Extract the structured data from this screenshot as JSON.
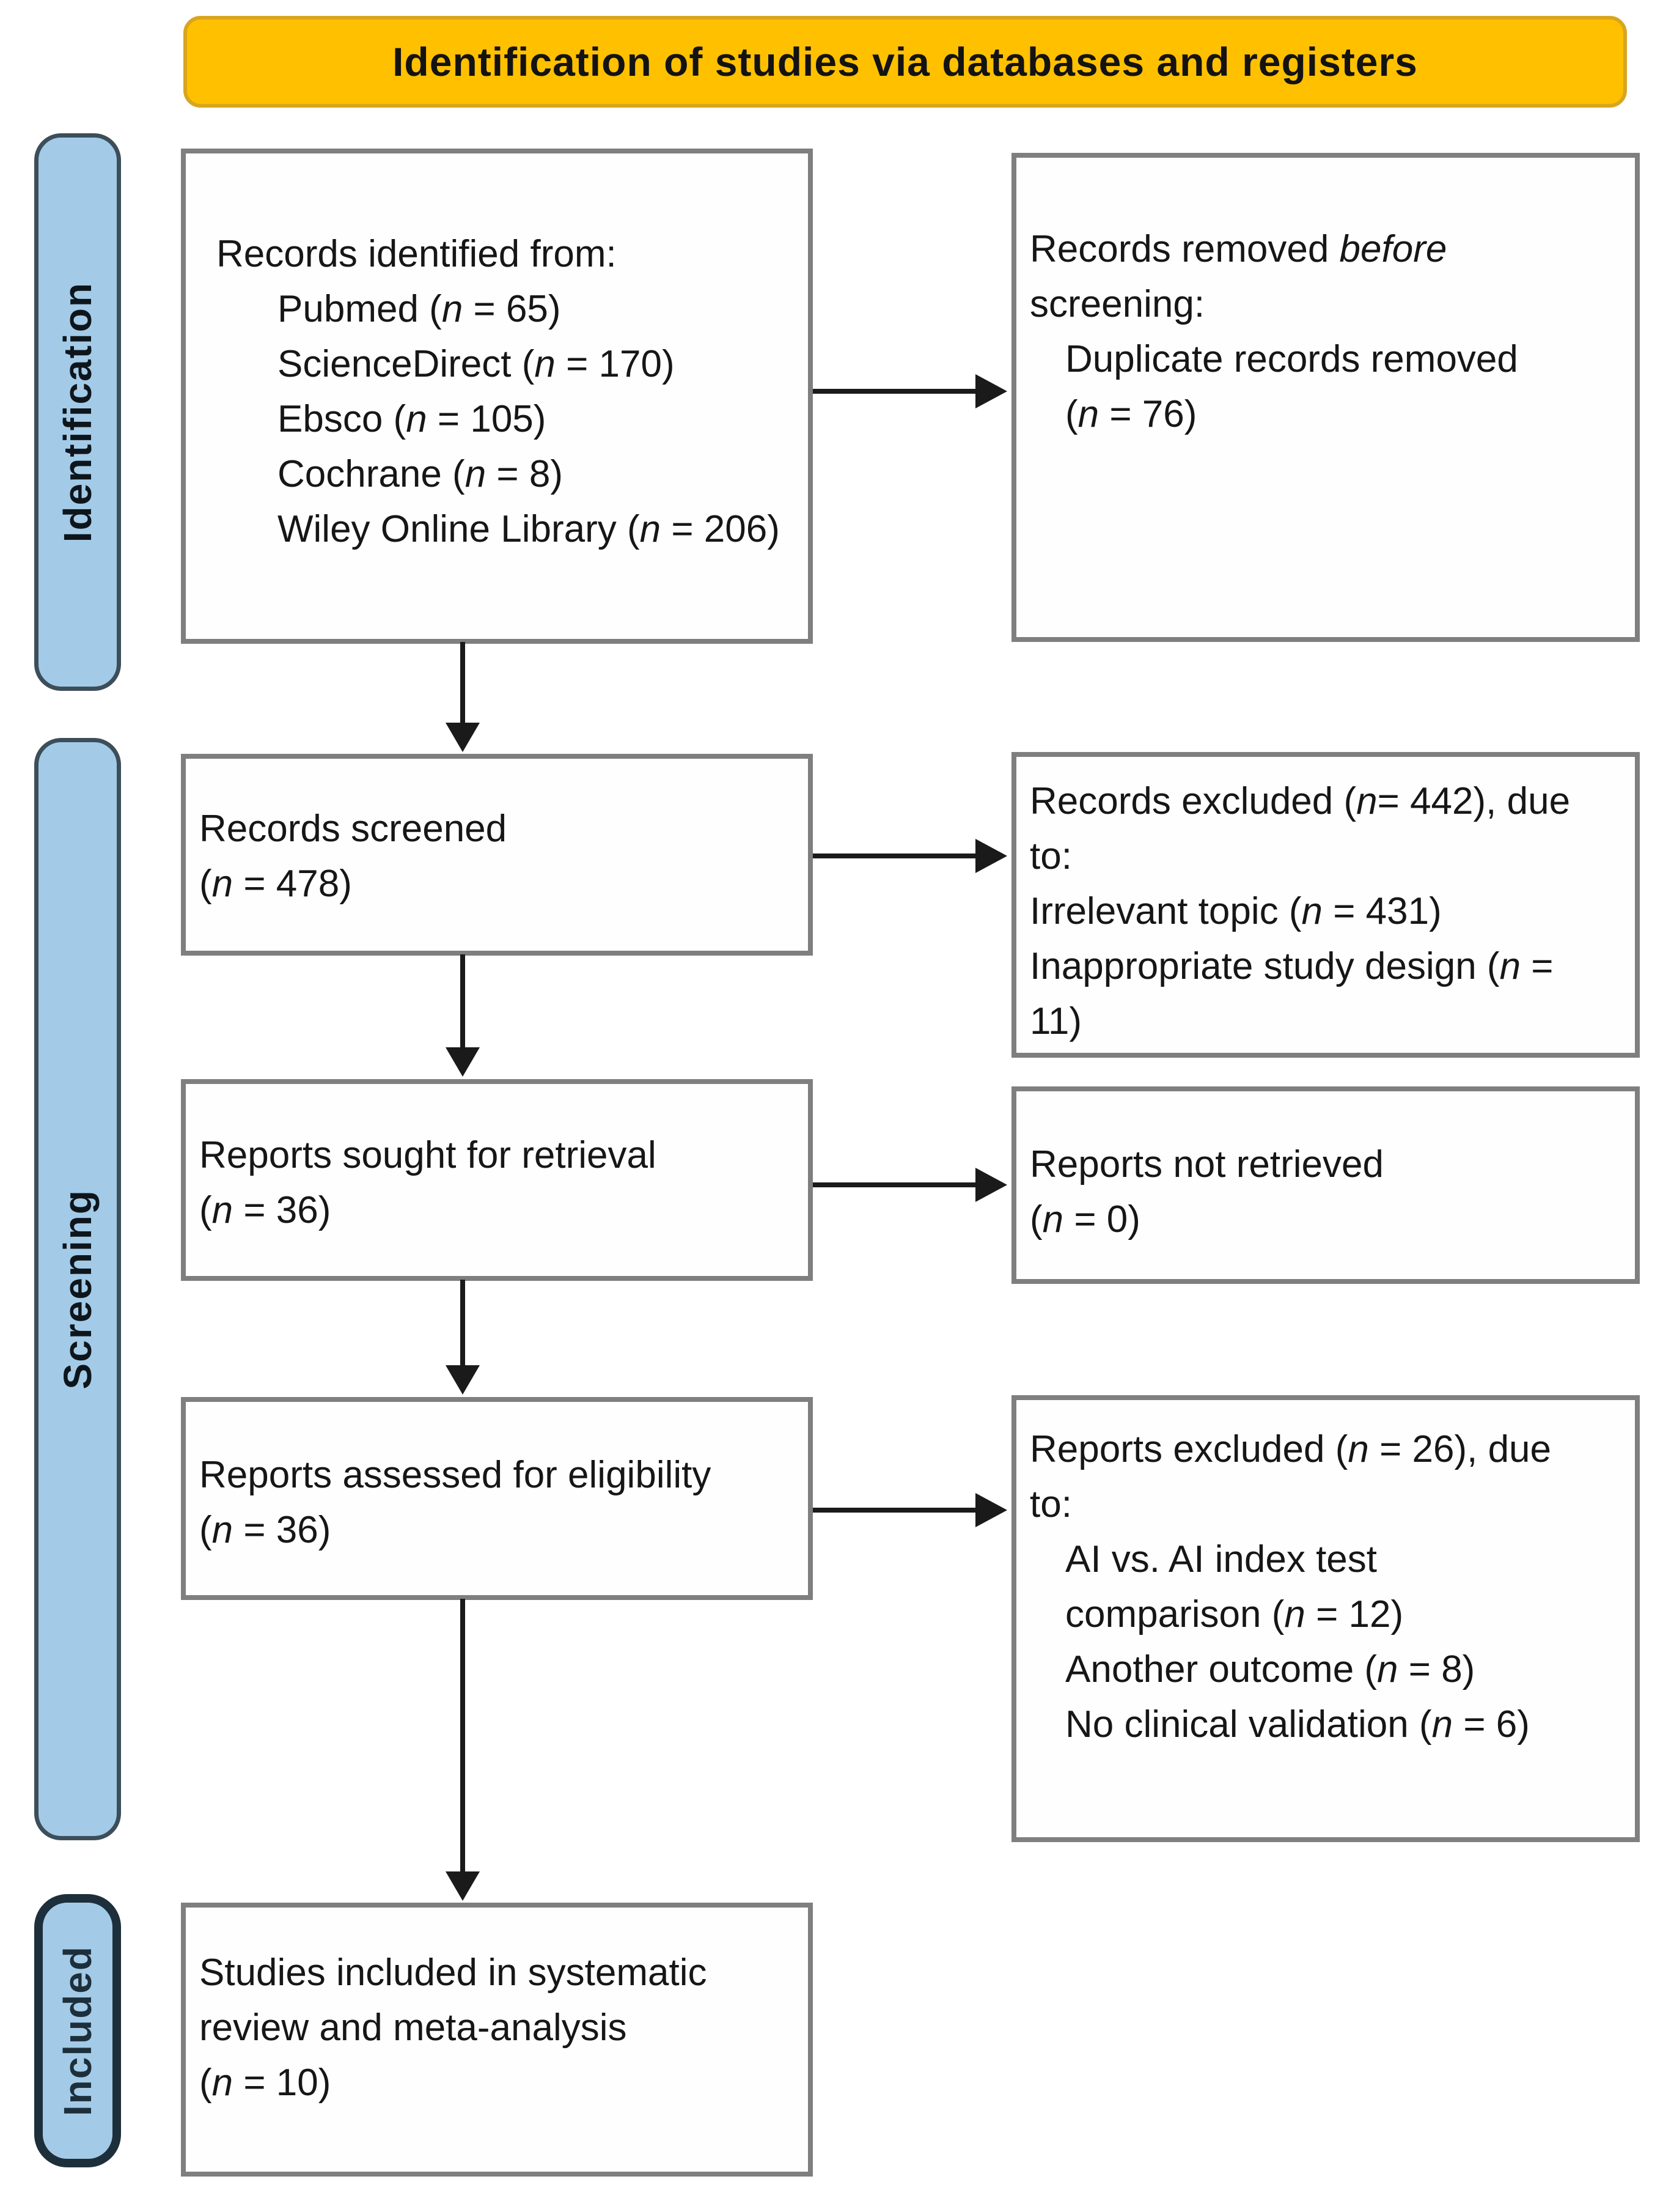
{
  "colors": {
    "banner_fill": "#FFC000",
    "banner_border": "#D9A51E",
    "banner_text": "#131313",
    "stage_fill": "#A3CBE8",
    "stage_border": "#3C4E59",
    "included_border": "#1D2F3B",
    "box_fill": "#FEFEFE",
    "box_border": "#7F7F7F",
    "arrow": "#1A1A1A",
    "text": "#161616"
  },
  "banner": {
    "label": "Identification of studies via databases and registers"
  },
  "stages": [
    {
      "id": "identification",
      "label": "Identification"
    },
    {
      "id": "screening",
      "label": "Screening"
    },
    {
      "id": "included",
      "label": "Included"
    }
  ],
  "boxes": {
    "records_identified": {
      "lines": [
        {
          "t": "Records identified from:",
          "ind": 0
        },
        {
          "t": "Pubmed (*n* = 65)",
          "ind": 1
        },
        {
          "t": "ScienceDirect (*n* = 170)",
          "ind": 1
        },
        {
          "t": "Ebsco (*n* = 105)",
          "ind": 1
        },
        {
          "t": "Cochrane (*n* = 8)",
          "ind": 1
        },
        {
          "t": "Wiley Online Library (*n* = 206)",
          "ind": 1
        }
      ]
    },
    "records_removed": {
      "lines": [
        {
          "t": "Records removed *before*",
          "ind": 0
        },
        {
          "t": "screening:",
          "ind": 0
        },
        {
          "t": "Duplicate records removed",
          "ind": 1
        },
        {
          "t": "(*n* = 76)",
          "ind": 1
        }
      ]
    },
    "records_screened": {
      "lines": [
        {
          "t": "Records screened",
          "ind": 0
        },
        {
          "t": "(*n* = 478)",
          "ind": 0
        }
      ]
    },
    "records_excluded": {
      "lines": [
        {
          "t": "Records excluded (*n*= 442), due",
          "ind": 0
        },
        {
          "t": "to:",
          "ind": 0
        },
        {
          "t": "Irrelevant topic (*n* = 431)",
          "ind": 0
        },
        {
          "t": "Inappropriate study design (*n* =",
          "ind": 0
        },
        {
          "t": "11)",
          "ind": 0
        }
      ]
    },
    "reports_sought": {
      "lines": [
        {
          "t": "Reports sought for retrieval",
          "ind": 0
        },
        {
          "t": "(*n* = 36)",
          "ind": 0
        }
      ]
    },
    "reports_not_retrieved": {
      "lines": [
        {
          "t": "Reports not retrieved",
          "ind": 0
        },
        {
          "t": "(*n* = 0)",
          "ind": 0
        }
      ]
    },
    "reports_assessed": {
      "lines": [
        {
          "t": "Reports assessed for eligibility",
          "ind": 0
        },
        {
          "t": "(*n* = 36)",
          "ind": 0
        }
      ]
    },
    "reports_excluded": {
      "lines": [
        {
          "t": "Reports excluded (*n* = 26), due",
          "ind": 0
        },
        {
          "t": "to:",
          "ind": 0
        },
        {
          "t": "AI vs. AI index test",
          "ind": 1
        },
        {
          "t": "comparison (*n* = 12)",
          "ind": 1
        },
        {
          "t": "Another outcome (*n* = 8)",
          "ind": 1
        },
        {
          "t": "No clinical validation (*n* = 6)",
          "ind": 1
        }
      ]
    },
    "studies_included": {
      "lines": [
        {
          "t": "Studies included in systematic",
          "ind": 0
        },
        {
          "t": "review and meta-analysis",
          "ind": 0
        },
        {
          "t": "(*n* = 10)",
          "ind": 0
        }
      ]
    }
  }
}
